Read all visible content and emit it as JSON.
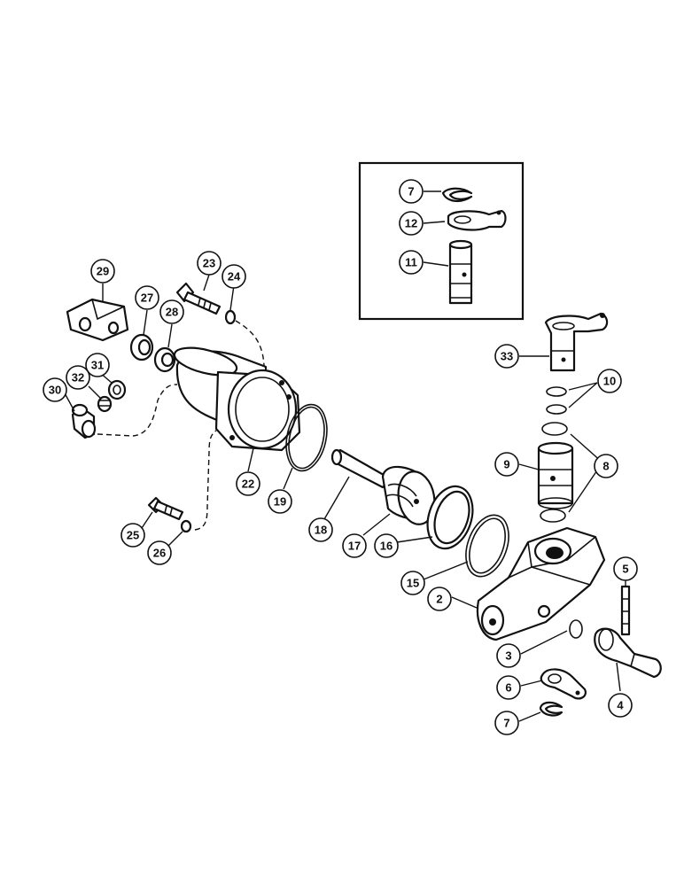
{
  "callouts": {
    "c2": "2",
    "c3": "3",
    "c4": "4",
    "c5": "5",
    "c6": "6",
    "c7a": "7",
    "c7b": "7",
    "c8": "8",
    "c9": "9",
    "c10": "10",
    "c11": "11",
    "c12": "12",
    "c15": "15",
    "c16": "16",
    "c17": "17",
    "c18": "18",
    "c19": "19",
    "c22": "22",
    "c23": "23",
    "c24": "24",
    "c25": "25",
    "c26": "26",
    "c27": "27",
    "c28": "28",
    "c29": "29",
    "c30": "30",
    "c31": "31",
    "c32": "32",
    "c33": "33"
  }
}
